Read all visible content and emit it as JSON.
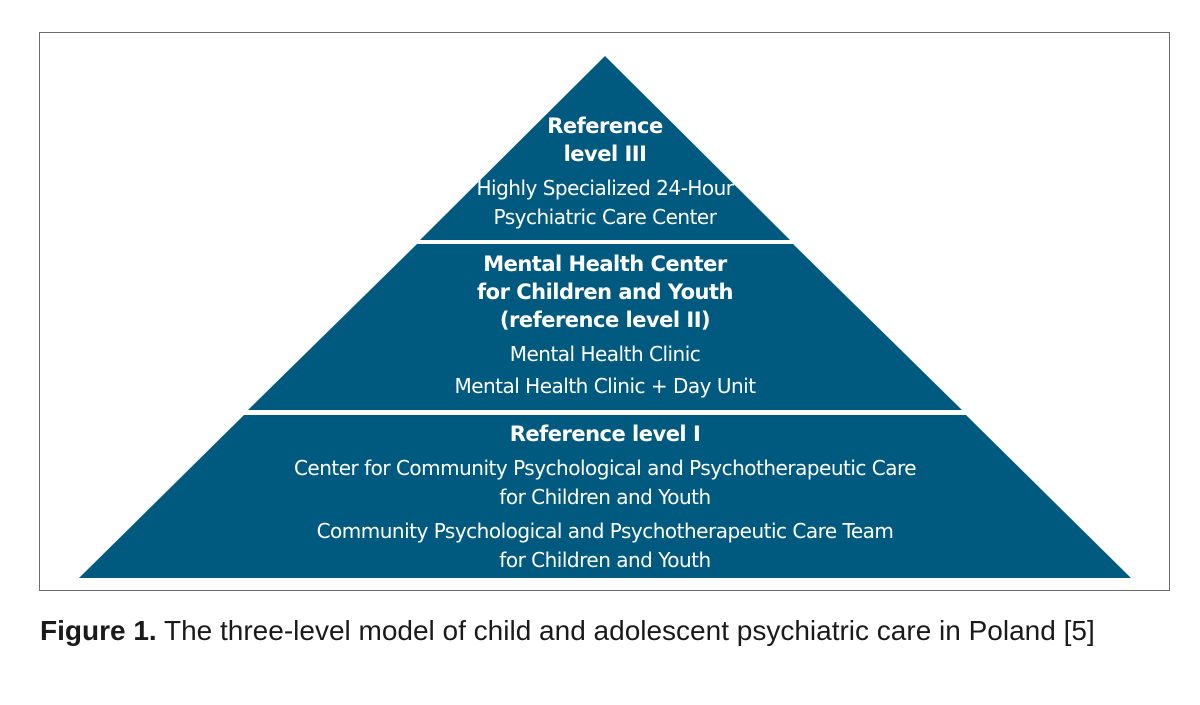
{
  "diagram": {
    "fill_color": "#005a7f",
    "separator_color": "#ffffff",
    "tiers": [
      {
        "title": "Reference\nlevel III",
        "items": [
          "Highly Specialized 24-Hour\nPsychiatric Care Center"
        ]
      },
      {
        "title": "Mental Health Center\nfor Children and Youth\n(reference level II)",
        "items": [
          "Mental Health Clinic",
          "Mental Health Clinic + Day Unit"
        ]
      },
      {
        "title": "Reference level I",
        "items": [
          "Center for Community Psychological and Psychotherapeutic Care\nfor Children and Youth",
          "Community Psychological and Psychotherapeutic Care Team\nfor Children and Youth"
        ]
      }
    ]
  },
  "caption": {
    "label": "Figure 1.",
    "text": " The three-level model of child and adolescent psychiatric care in Poland [5]"
  }
}
